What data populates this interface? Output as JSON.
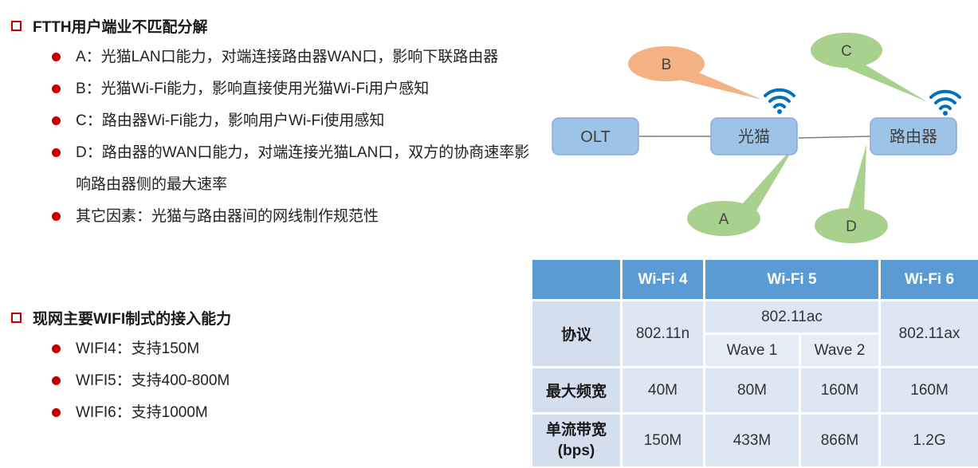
{
  "section1": {
    "title": "FTTH用户端业不匹配分解",
    "items": [
      {
        "text": "A：光猫LAN口能力，对端连接路由器WAN口，影响下联路由器"
      },
      {
        "text": "B：光猫Wi-Fi能力，影响直接使用光猫Wi-Fi用户感知"
      },
      {
        "text": "C：路由器Wi-Fi能力，影响用户Wi-Fi使用感知"
      },
      {
        "text": "D：路由器的WAN口能力，对端连接光猫LAN口，双方的协商速率影响路由器侧的最大速率"
      },
      {
        "text": "其它因素：光猫与路由器间的网线制作规范性"
      }
    ]
  },
  "section2": {
    "title": "现网主要WIFI制式的接入能力",
    "items": [
      {
        "text": "WIFI4：支持150M"
      },
      {
        "text": "WIFI5：支持400-800M"
      },
      {
        "text": "WIFI6：支持1000M"
      }
    ]
  },
  "diagram": {
    "nodes": {
      "olt": "OLT",
      "modem": "光猫",
      "router": "路由器"
    },
    "callouts": {
      "a": "A",
      "b": "B",
      "c": "C",
      "d": "D"
    },
    "colors": {
      "node_fill": "#9dc3e6",
      "node_stroke": "#8eaadb",
      "callout_orange": "#f4b183",
      "callout_green": "#a9d18e",
      "wifi": "#0070c0"
    },
    "icons": [
      "wifi-icon",
      "wifi-icon"
    ]
  },
  "table": {
    "headers": [
      "",
      "Wi-Fi 4",
      "Wi-Fi 5",
      "Wi-Fi 6"
    ],
    "protocol": {
      "label": "协议",
      "wifi4": "802.11n",
      "wifi5": "802.11ac",
      "wifi5_wave1": "Wave 1",
      "wifi5_wave2": "Wave 2",
      "wifi6": "802.11ax"
    },
    "max_bandwidth": {
      "label": "最大频宽",
      "wifi4": "40M",
      "wave1": "80M",
      "wave2": "160M",
      "wifi6": "160M"
    },
    "single_stream": {
      "label_line1": "单流带宽",
      "label_line2": "(bps)",
      "wifi4": "150M",
      "wave1": "433M",
      "wave2": "866M",
      "wifi6": "1.2G"
    },
    "colors": {
      "header": "#5b9bd5",
      "cell": "#dde6f3"
    }
  }
}
